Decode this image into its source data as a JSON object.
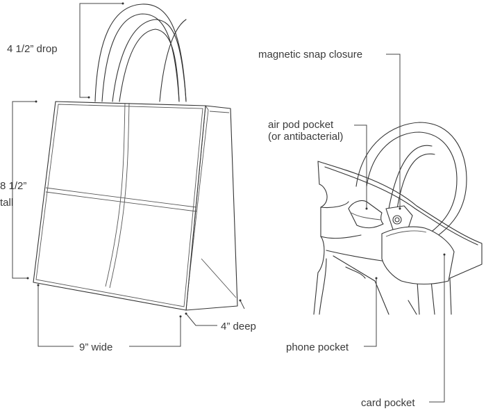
{
  "labels": {
    "drop": "4 1/2” drop",
    "tall_line1": "8 1/2”",
    "tall_line2": "tall",
    "wide": "9” wide",
    "deep": "4” deep",
    "magnetic": "magnetic snap closure",
    "airpod_line1": "air pod pocket",
    "airpod_line2": "(or antibacterial)",
    "phone": "phone pocket",
    "card": "card pocket"
  }
}
